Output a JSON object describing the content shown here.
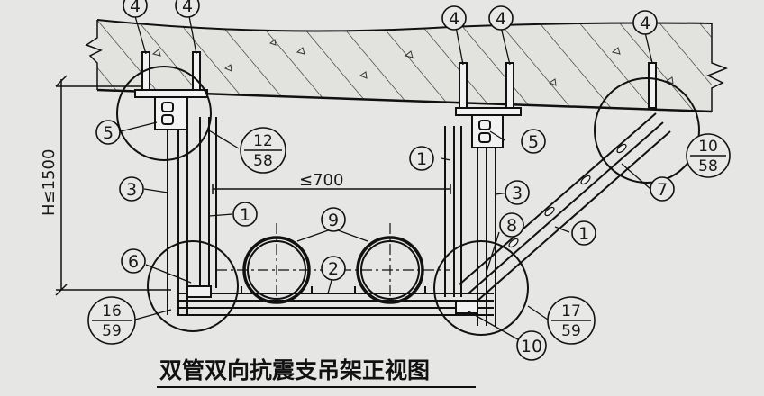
{
  "callouts": {
    "c4a": "4",
    "c4b": "4",
    "c4c": "4",
    "c4d": "4",
    "c4e": "4",
    "c5a": "5",
    "c5b": "5",
    "c3a": "3",
    "c3b": "3",
    "c1a": "1",
    "c1b": "1",
    "c1c": "1",
    "c6": "6",
    "c7": "7",
    "c8": "8",
    "c9": "9",
    "c2": "2",
    "c10": "10"
  },
  "details": {
    "d1_top": "12",
    "d1_bottom": "58",
    "d2_top": "10",
    "d2_bottom": "58",
    "d3_top": "16",
    "d3_bottom": "59",
    "d4_top": "17",
    "d4_bottom": "59"
  },
  "dimensions": {
    "height": "H≤1500",
    "spacing": "≤700"
  },
  "caption": "双管双向抗震支吊架正视图"
}
